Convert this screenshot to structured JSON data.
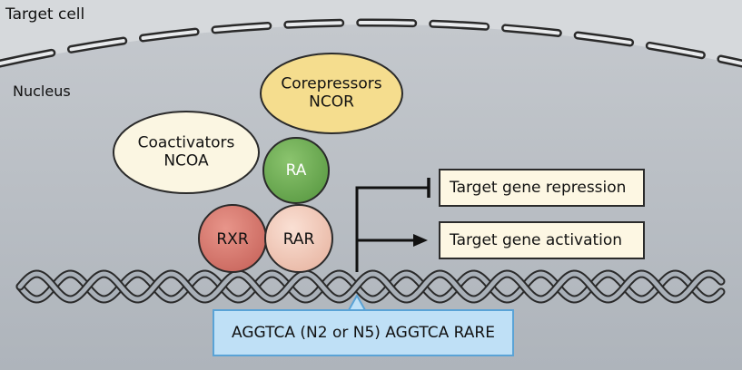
{
  "labels": {
    "target_cell": "Target cell",
    "nucleus": "Nucleus"
  },
  "proteins": {
    "corepressors": {
      "line1": "Corepressors",
      "line2": "NCOR"
    },
    "coactivators": {
      "line1": "Coactivators",
      "line2": "NCOA"
    },
    "ra": "RA",
    "rxr": "RXR",
    "rar": "RAR"
  },
  "outcomes": {
    "repression": "Target gene repression",
    "activation": "Target gene activation"
  },
  "rare_label": "AGGTCA (N2 or N5) AGGTCA RARE",
  "colors": {
    "background": "#d6d9dc",
    "nucleus": "#b9bec4",
    "corepressor_fill": "#f5dd8e",
    "coactivator_fill": "#fbf6e2",
    "ra_fill": "#6fae55",
    "rxr_fill": "#d9786e",
    "rar_fill": "#f3c9b8",
    "rare_fill": "#bfe0f6",
    "outcome_fill": "#fdf7e3",
    "dna_strand": "#a9b0b8"
  }
}
